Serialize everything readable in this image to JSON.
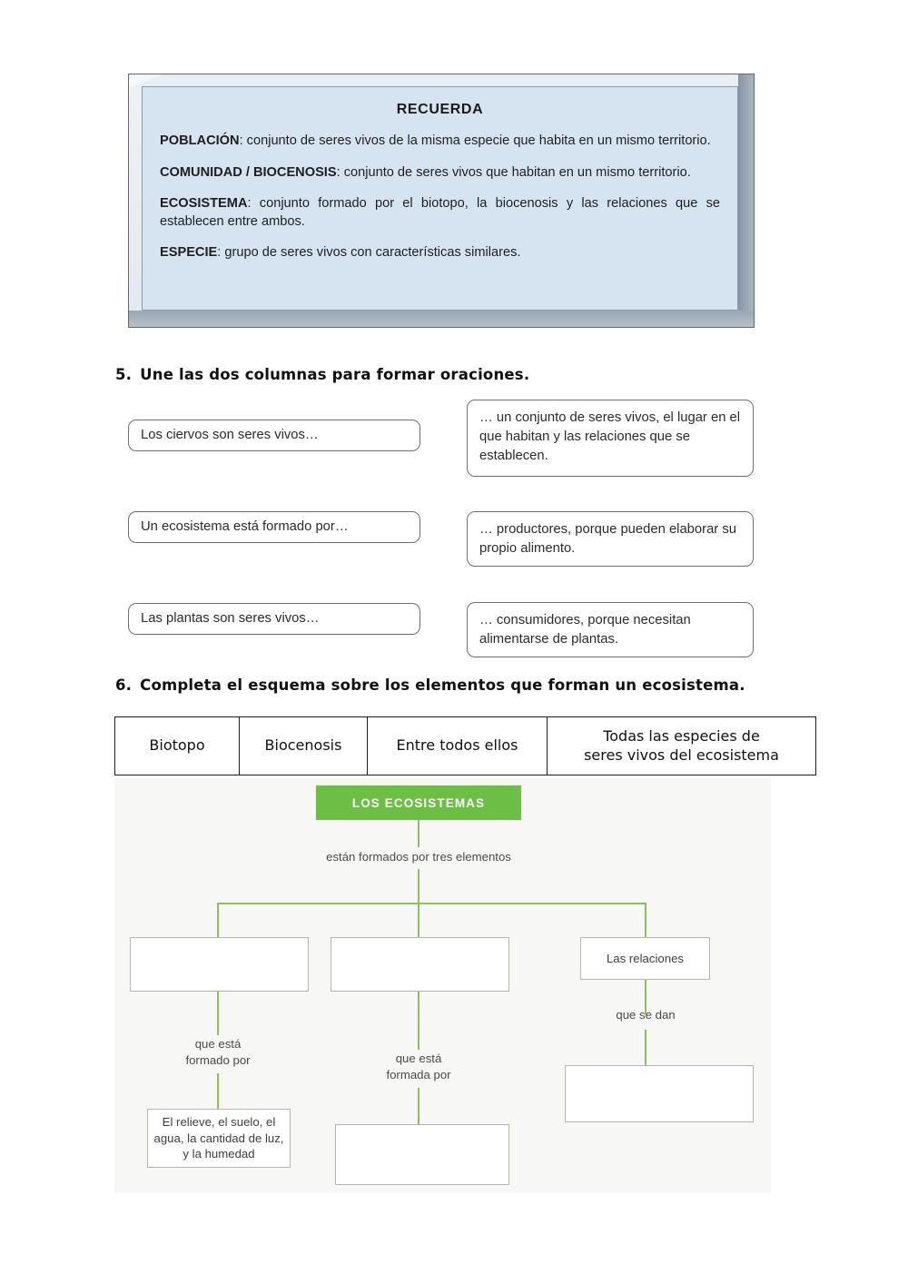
{
  "recuerda": {
    "title": "RECUERDA",
    "entries": [
      {
        "term": "POBLACIÓN",
        "definition": ": conjunto de seres vivos de la misma especie que habita en un mismo territorio."
      },
      {
        "term": "COMUNIDAD / BIOCENOSIS",
        "definition": ": conjunto de seres vivos que habitan en un mismo territorio."
      },
      {
        "term": "ECOSISTEMA",
        "definition": ": conjunto formado por el biotopo, la biocenosis y las relaciones que se establecen entre ambos."
      },
      {
        "term": "ESPECIE",
        "definition": ": grupo de seres vivos con características similares."
      }
    ]
  },
  "question5": {
    "number": "5.",
    "title": "Une las dos columnas para formar oraciones.",
    "left_column": [
      "Los ciervos son seres vivos…",
      "Un ecosistema está formado por…",
      "Las plantas son seres vivos…"
    ],
    "right_column": [
      "… un conjunto de seres vivos, el lugar en el que habitan y las relaciones que se establecen.",
      "… productores, porque pueden elaborar su propio alimento.",
      "… consumidores, porque necesitan alimentarse de plantas."
    ]
  },
  "question6": {
    "number": "6.",
    "title": "Completa el esquema sobre los elementos que forman un ecosistema.",
    "word_bank": [
      "Biotopo",
      "Biocenosis",
      "Entre todos ellos",
      "Todas las especies de\nseres vivos del ecosistema"
    ],
    "diagram": {
      "header": "LOS ECOSISTEMAS",
      "header_color": "#6cbe45",
      "connector_color": "#86c45a",
      "background_color": "#f7f8f6",
      "root_label": "están formados por tres elementos",
      "branches": [
        {
          "box": "",
          "box_filled": false,
          "connector_label": "que está\nformado por",
          "child_box": "El relieve, el suelo, el\nagua, la cantidad de luz,\ny la humedad",
          "child_filled": true
        },
        {
          "box": "",
          "box_filled": false,
          "connector_label": "que está\nformada por",
          "child_box": "",
          "child_filled": false
        },
        {
          "box": "Las relaciones",
          "box_filled": true,
          "connector_label": "que se dan",
          "child_box": "",
          "child_filled": false
        }
      ]
    }
  }
}
